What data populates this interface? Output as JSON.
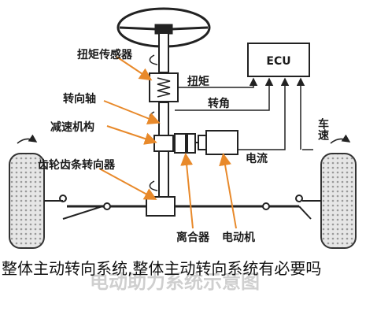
{
  "diagram": {
    "labels": {
      "torque_sensor": "扭矩传感器",
      "steering_shaft": "转向轴",
      "reducer": "减速机构",
      "rack_pinion": "齿轮齿条转向器",
      "torque": "扭矩",
      "steering_angle": "转角",
      "ecu": "ECU",
      "vehicle_speed": "车速",
      "current": "电流",
      "clutch": "离合器",
      "motor": "电动机"
    },
    "watermark": "电动助力系统示意图"
  },
  "caption": {
    "text": "整体主动转向系统,整体主动转向系统有必要吗"
  },
  "colors": {
    "arrow": "#e8892a",
    "line": "#222222",
    "tire": "#d8d8d8"
  }
}
